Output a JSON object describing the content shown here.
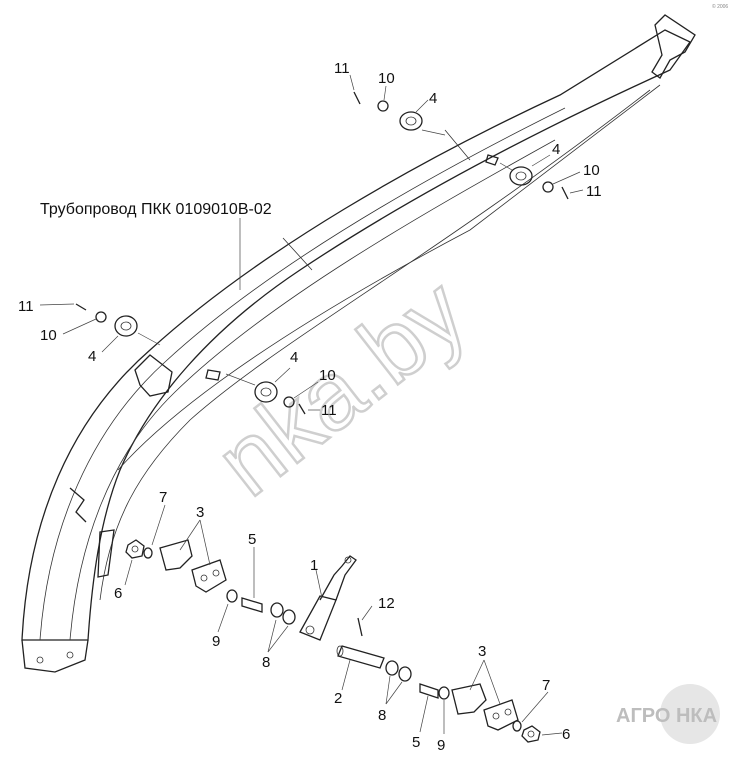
{
  "pipe_label": "Трубопровод ПКК 0109010В-02",
  "watermark": "nka.by",
  "logo": "АГРО НКА",
  "corner_mark": "© 2006",
  "parts": {
    "p1": "1",
    "p2": "2",
    "p3": "3",
    "p4": "4",
    "p5": "5",
    "p6": "6",
    "p7": "7",
    "p8": "8",
    "p9": "9",
    "p10": "10",
    "p11": "11",
    "p12": "12"
  }
}
